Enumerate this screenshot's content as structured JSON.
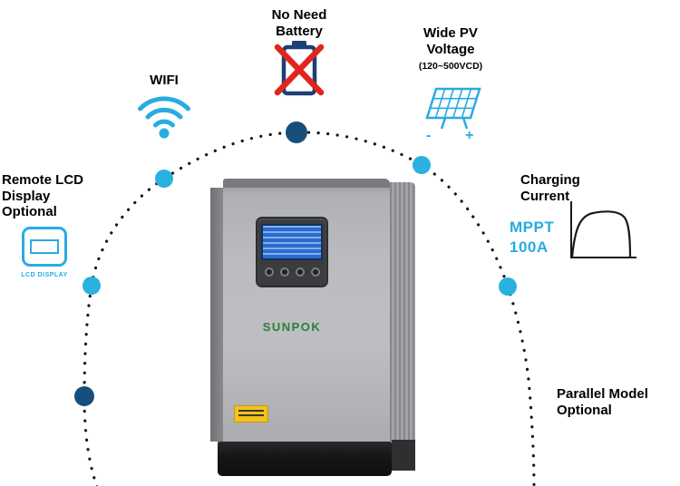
{
  "colors": {
    "cyan": "#29abe2",
    "dot_cyan": "#29b2e0",
    "dot_navy": "#174f7c",
    "battery_navy": "#1d3f76",
    "red": "#e0261b",
    "arc": "#141414",
    "brand_green": "#2e7d36",
    "lcd_blue": "#2b6bd0",
    "warning_yellow": "#f2c21d",
    "text": "#000000"
  },
  "callouts": {
    "battery": {
      "line1": "No Need",
      "line2": "Battery"
    },
    "wifi": {
      "label": "WIFI"
    },
    "pv": {
      "line1": "Wide PV",
      "line2": "Voltage",
      "range": "(120~500VCD)",
      "minus": "-",
      "plus": "+"
    },
    "lcd": {
      "line1": "Remote LCD",
      "line2": "Display",
      "line3": "Optional",
      "icon_caption": "LCD DISPLAY"
    },
    "charging": {
      "line1": "Charging",
      "line2": "Current",
      "value_line1": "MPPT",
      "value_line2": "100A"
    },
    "parallel": {
      "line1": "Parallel Model",
      "line2": "Optional"
    }
  },
  "device": {
    "brand": "SUNPOK"
  }
}
